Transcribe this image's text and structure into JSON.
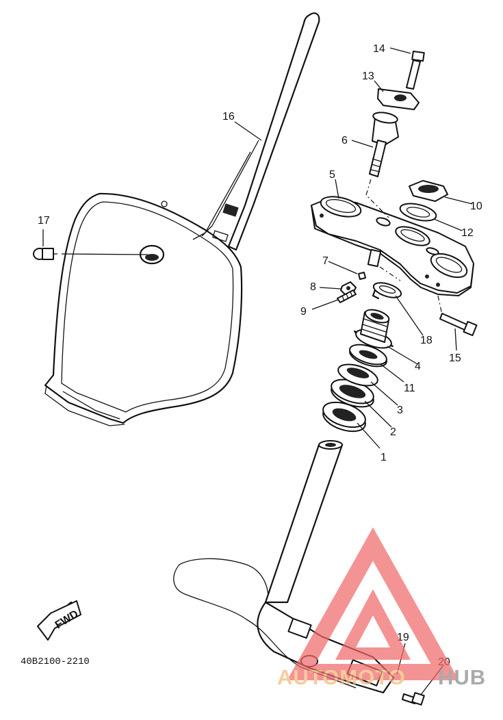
{
  "diagram": {
    "code": "40B2100-2210",
    "fwd_label": "FWD",
    "part_labels": [
      "1",
      "2",
      "3",
      "4",
      "5",
      "6",
      "7",
      "8",
      "9",
      "10",
      "11",
      "12",
      "13",
      "14",
      "15",
      "16",
      "17",
      "18",
      "19",
      "20"
    ]
  },
  "watermark": {
    "text_a": "AUTOMOTO",
    "text_b": "HUB",
    "color_a": "#f5b87a",
    "color_b": "#8a8a8a",
    "logo_color": "#f06a6a"
  }
}
